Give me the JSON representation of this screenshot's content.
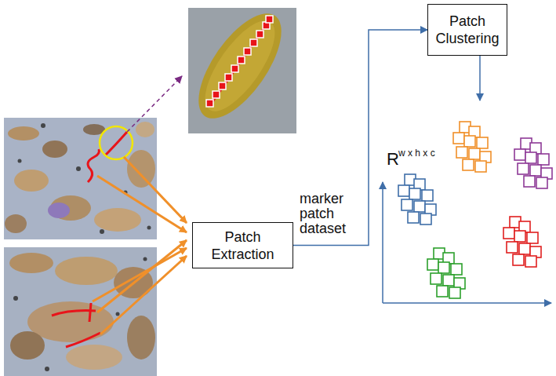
{
  "diagram": {
    "nodes": [
      {
        "text": [
          "Patch Extraction"
        ]
      },
      {
        "text": [
          "Patch Clustering"
        ]
      }
    ],
    "edges": [
      {
        "from": 0,
        "to": 1,
        "arrow": "to",
        "label": "marker patch dataset"
      }
    ],
    "labels": [
      "R",
      "w x h x c"
    ]
  }
}
